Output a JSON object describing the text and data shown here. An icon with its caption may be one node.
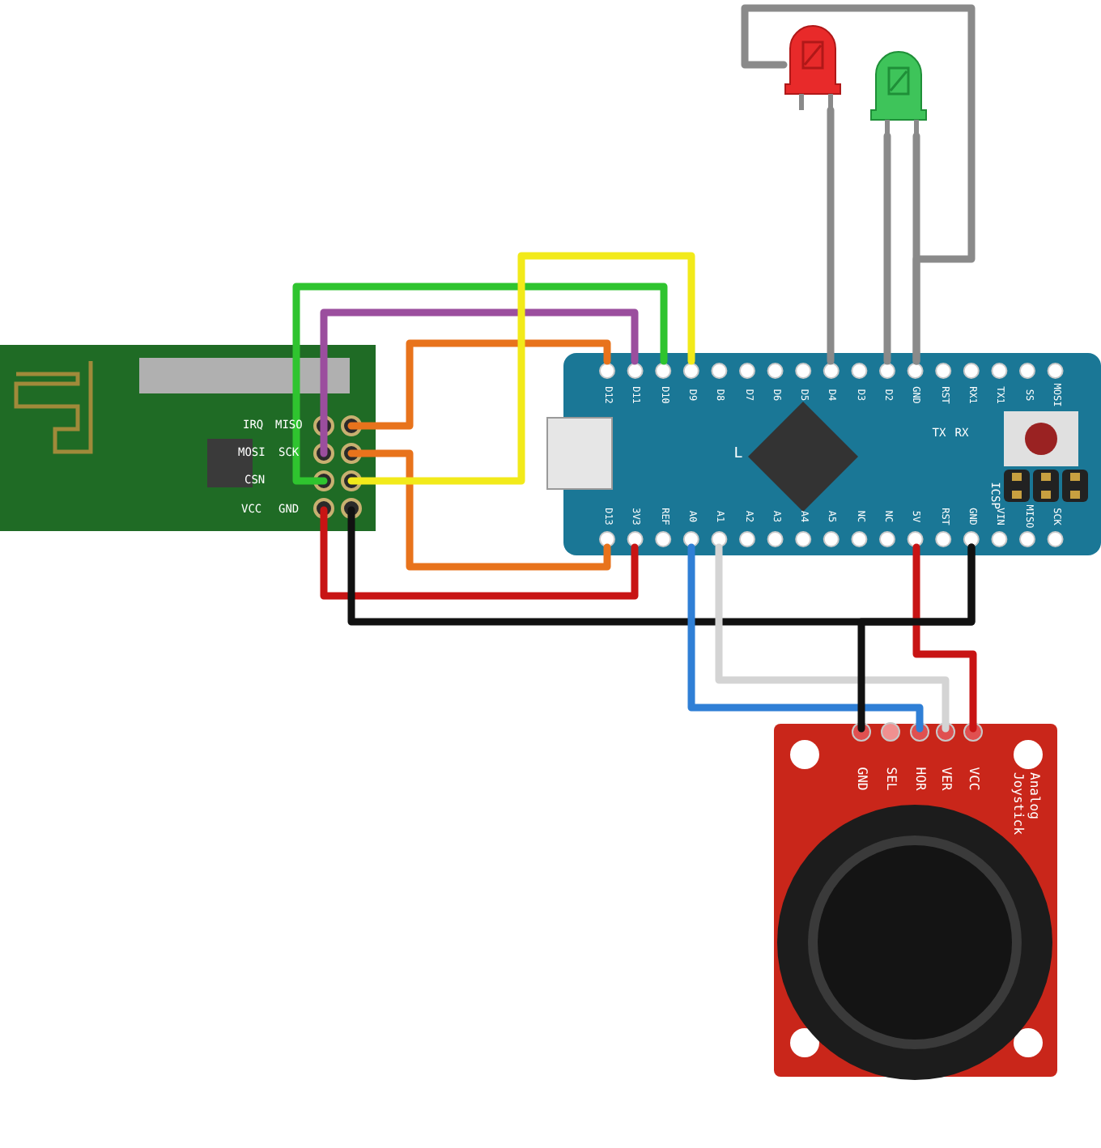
{
  "diagram": {
    "nodes": [
      {
        "text": [
          "IRQ",
          "MISO",
          "MOSI",
          "SCK",
          "CSN",
          "VCC",
          "GND"
        ]
      },
      {
        "text": [
          "D12",
          "D11",
          "D10",
          "D9",
          "D8",
          "D7",
          "D6",
          "D5",
          "D4",
          "D3",
          "D2",
          "GND",
          "RST",
          "RX1",
          "TX1",
          "SS",
          "MOSI",
          "D13",
          "3V3",
          "REF",
          "A0",
          "A1",
          "A2",
          "A3",
          "A4",
          "A5",
          "NC",
          "NC",
          "5V",
          "RST",
          "GND",
          "VIN",
          "MISO",
          "SCK",
          "L",
          "TX",
          "RX",
          "ICSP"
        ]
      },
      {
        "text": [
          "GND",
          "SEL",
          "HOR",
          "VER",
          "VCC",
          "Analog Joystick"
        ]
      },
      {
        "text": [],
        "shape": "picture"
      },
      {
        "text": [],
        "shape": "picture"
      }
    ],
    "edges": [
      {
        "from": 0,
        "to": 1,
        "arrow": "none",
        "color": "#e8731c"
      },
      {
        "from": 0,
        "to": 1,
        "arrow": "none",
        "color": "#e8731c"
      },
      {
        "from": 0,
        "to": 1,
        "arrow": "none",
        "color": "#9b4e9e"
      },
      {
        "from": 0,
        "to": 1,
        "arrow": "none",
        "color": "#2fc42f"
      },
      {
        "from": 0,
        "to": 1,
        "arrow": "none",
        "color": "#f2ea1a"
      },
      {
        "from": 0,
        "to": 1,
        "arrow": "none",
        "color": "#c81414"
      },
      {
        "from": 0,
        "to": 1,
        "arrow": "none",
        "color": "#111111"
      },
      {
        "from": 1,
        "to": 2,
        "arrow": "none",
        "color": "#2f7fd6"
      },
      {
        "from": 1,
        "to": 2,
        "arrow": "none",
        "color": "#d4d4d4"
      },
      {
        "from": 1,
        "to": 2,
        "arrow": "none",
        "color": "#c81414"
      },
      {
        "from": 2,
        "to": 1,
        "arrow": "none",
        "color": "#111111"
      },
      {
        "from": 1,
        "to": 3,
        "arrow": "none",
        "color": "#8a8a8a"
      },
      {
        "from": 1,
        "to": 4,
        "arrow": "none",
        "color": "#8a8a8a"
      },
      {
        "from": 1,
        "to": 4,
        "arrow": "none",
        "color": "#8a8a8a"
      },
      {
        "from": 1,
        "to": 3,
        "arrow": "none",
        "color": "#8a8a8a"
      }
    ]
  }
}
